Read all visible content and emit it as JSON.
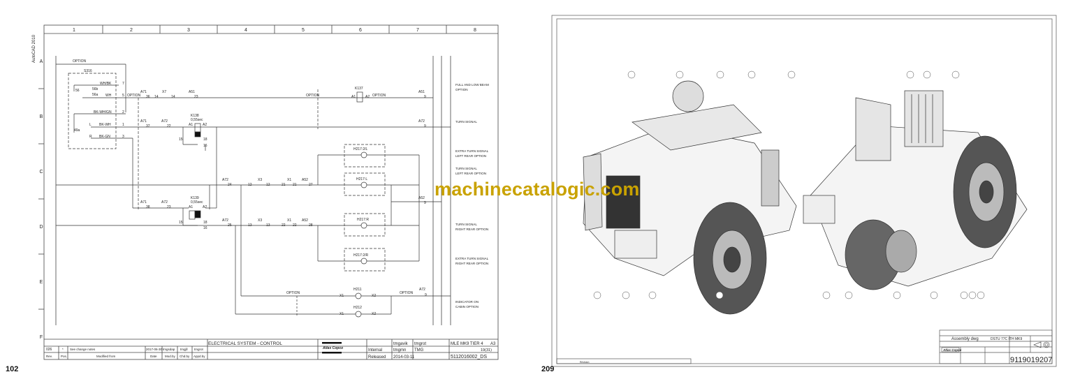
{
  "left_page": {
    "page_number": "102",
    "software": "AutoCAD 2010",
    "columns": [
      "1",
      "2",
      "3",
      "4",
      "5",
      "6",
      "7",
      "8"
    ],
    "rows": [
      "A",
      "B",
      "C",
      "D",
      "E",
      "F"
    ],
    "schematic_labels": [
      "OPTION",
      "S316",
      "WH/BK",
      "7",
      "56",
      "56b",
      "56a",
      "WH",
      "5",
      "OPTION",
      "A71",
      "36",
      "X7",
      "14",
      "14",
      "A51",
      "23",
      "OPTION",
      "K137",
      "A1",
      "A2",
      "OPTION",
      "A51",
      "9",
      "BK-WH/GN",
      "2",
      "L",
      "BK-WH",
      "1",
      "A71",
      "37",
      "A72",
      "22",
      "K138",
      "0,55sec",
      "A1",
      "A2",
      "A72",
      "9",
      "49a",
      "R",
      "BK-GN",
      "3",
      "15",
      "18",
      "16",
      "H217:2/L",
      "H217:L",
      "A72",
      "24",
      "X3",
      "12",
      "12",
      "X1",
      "21",
      "21",
      "A52",
      "27",
      "A52",
      "9",
      "A71",
      "38",
      "A72",
      "23",
      "K139",
      "0,55sec",
      "A1",
      "A2",
      "15",
      "18",
      "16",
      "H217:R",
      "A72",
      "25",
      "X3",
      "13",
      "13",
      "X1",
      "22",
      "22",
      "A52",
      "28",
      "H217:2/R",
      "OPTION",
      "H211",
      "OPTION",
      "A72",
      "9",
      "H212",
      "X1",
      "X2",
      "X1",
      "X2"
    ],
    "descriptions": [
      [
        "FULL AND LOW BEAM",
        "OPTION"
      ],
      [
        "TURN SIGNAL",
        ""
      ],
      [
        "EXTRA TURN SIGNAL",
        "LEFT REAR OPTION"
      ],
      [
        "TURN SIGNAL",
        "LEFT REAR OPTION"
      ],
      [
        "TURN SIGNAL",
        "RIGHT REAR OPTION"
      ],
      [
        "EXTRA TURN SIGNAL",
        "RIGHT REAR OPTION"
      ],
      [
        "INDICATOR ON",
        "CABIN OPTION"
      ]
    ],
    "title_block": {
      "title": "ELECTRICAL SYSTEM - CONTROL",
      "revision_row": {
        "rev": "026",
        "pos": "*",
        "modified_from": "See change notes",
        "date": "2017-06-30",
        "mod_by": "tmgsdap",
        "chd_by": "tmgjll",
        "appd_by": "tmgrot"
      },
      "headers": {
        "rev": "Rev.",
        "pos": "Pos.",
        "modified_from": "Modified from",
        "date": "Date",
        "mod_by": "Mod.by",
        "chd_by": "Chd.by",
        "appd_by": "Appd.by"
      },
      "logo": "Atlas Copco",
      "confidentiality": "Internal",
      "status": "Released",
      "drawn": "tmgavik",
      "design": "tmgmn",
      "date": "2014-03-11",
      "approver": "tmgrot",
      "owner": "TMG",
      "type": "MLE MK9 TIER 4",
      "size": "A3",
      "sheet": "19(31)",
      "doc_number": "5112016002_DS"
    }
  },
  "right_page": {
    "page_number": "209",
    "title_block": {
      "title": "Assembly dwg",
      "designation": "DSTU 77C ITH MK9",
      "logo": "Atlas Copco",
      "doc_number": "9119019207",
      "revision_label": "Revision"
    }
  },
  "watermark": "machinecatalogic.com",
  "colors": {
    "watermark": "#c9a200",
    "line": "#333333"
  }
}
